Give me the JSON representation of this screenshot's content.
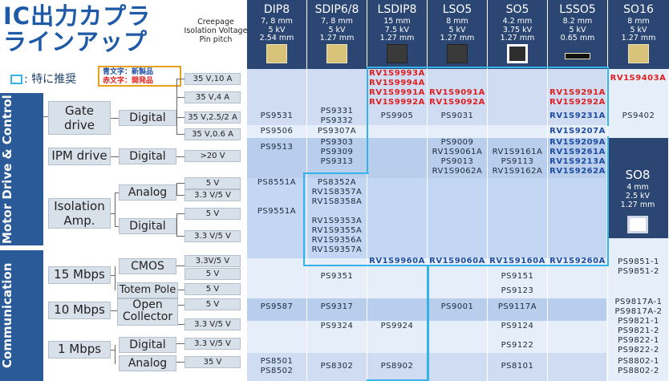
{
  "title": "IC出力カプラ\nラインアップ",
  "legend": {
    "recommended": ": 特に推奨",
    "blue_text": "青文字：新製品",
    "red_text": "赤文字：開発品"
  },
  "param_labels": [
    "Creepage",
    "Isolation Voltage",
    "Pin pitch"
  ],
  "packages": [
    {
      "name": "DIP8",
      "creepage": "7, 8 mm",
      "voltage": "5 kV",
      "pitch": "2.54 mm"
    },
    {
      "name": "SDIP6/8",
      "creepage": "7, 8 mm",
      "voltage": "5 kV",
      "pitch": "1.27 mm"
    },
    {
      "name": "LSDIP8",
      "creepage": "15 mm",
      "voltage": "7.5 kV",
      "pitch": "1.27 mm"
    },
    {
      "name": "LSO5",
      "creepage": "8 mm",
      "voltage": "5 kV",
      "pitch": "1.27 mm"
    },
    {
      "name": "SO5",
      "creepage": "4.2 mm",
      "voltage": "3.75 kV",
      "pitch": "1.27 mm"
    },
    {
      "name": "LSSO5",
      "creepage": "8.2 mm",
      "voltage": "5 kV",
      "pitch": "0.65 mm"
    },
    {
      "name": "SO16",
      "creepage": "8 mm",
      "voltage": "5 kV",
      "pitch": "1.27 mm"
    }
  ],
  "so8": {
    "name": "SO8",
    "creepage": "4 mm",
    "voltage": "2.5 kV",
    "pitch": "1.27 mm"
  },
  "sections": {
    "motor": "Motor\nDrive & Control",
    "communication": "Communication"
  },
  "categories": {
    "gate_drive": "Gate\ndrive",
    "ipm_drive": "IPM drive",
    "isolation_amp": "Isolation\nAmp.",
    "mbps15": "15 Mbps",
    "mbps10": "10 Mbps",
    "mbps1": "1 Mbps"
  },
  "subcats": {
    "digital_gate": "Digital",
    "digital_ipm": "Digital",
    "analog_iso": "Analog",
    "digital_iso": "Digital",
    "cmos": "CMOS",
    "totem": "Totem Pole",
    "open_collector": "Open\nCollector",
    "digital_1m": "Digital",
    "analog_1m": "Analog"
  },
  "conditions": [
    "35 V,10 A",
    "35 V,4 A",
    "35 V,2.5/2 A",
    "35 V,0.6 A",
    ">20 V",
    "5 V",
    "3.3 V/5 V",
    "5 V",
    "3.3 V/5 V",
    "3.3V/5 V",
    "5 V",
    "5 V",
    "5 V",
    "3.3 V/5 V",
    "3.3 V/5 V",
    "35 V"
  ],
  "products": {
    "r1_lsdip": [
      "RV1S9993A",
      "RV1S9994A",
      "RV1S9991A",
      "RV1S9992A"
    ],
    "r1_lso5": [
      "RV1S9091A",
      "RV1S9092A"
    ],
    "r1_lsso5": [
      "RV1S9291A",
      "RV1S9292A"
    ],
    "r1_so16": "RV1S9403A",
    "gd_dip8": "PS9531",
    "gd_sdip": [
      "PS9331",
      "PS9332"
    ],
    "gd_lsdip": "PS9905",
    "gd_lso5": "PS9031",
    "gd_lsso5": "RV1S9231A",
    "gd_so16": "PS9402",
    "gd2_dip8": "PS9506",
    "gd2_sdip": "PS9307A",
    "gd2_lsso5": "RV1S9207A",
    "ipm_dip8": "PS9513",
    "ipm_sdip": [
      "PS9303",
      "PS9309",
      "PS9313"
    ],
    "ipm_lso5": [
      "PS9009",
      "RV1S9061A",
      "PS9013",
      "RV1S9062A"
    ],
    "ipm_so5": [
      "RV1S9161A",
      "PS9113",
      "RV1S9162A"
    ],
    "ipm_lsso5": [
      "RV1S9209A",
      "RV1S9261A",
      "RV1S9213A",
      "RV1S9262A"
    ],
    "ana_dip8": "PS8551A",
    "ana_sdip": [
      "PS8352A",
      "RV1S8357A",
      "RV1S8358A"
    ],
    "dig_dip8": "PS9551A",
    "dig_sdip": [
      "RV1S9353A",
      "RV1S9355A",
      "RV1S9356A",
      "RV1S9357A"
    ],
    "cmos_row": [
      "RV1S9960A",
      "RV1S9060A",
      "RV1S9160A",
      "RV1S9260A"
    ],
    "cmos_sdip": "PS9351",
    "cmos_so5": "PS9151",
    "cmos_so16": [
      "PS9851-1",
      "PS9851-2"
    ],
    "totem_so5": "PS9123",
    "oc_dip8": "PS9587",
    "oc_sdip": "PS9317",
    "oc_lso5": "PS9001",
    "oc_so5": "PS9117A",
    "oc_so16": [
      "PS9817A-1",
      "PS9817A-2"
    ],
    "oc2_sdip": "PS9324",
    "oc2_lsdip": "PS9924",
    "oc2_so5": "PS9124",
    "oc2_so16": [
      "PS9821-1",
      "PS9821-2"
    ],
    "d1_so5": "PS9122",
    "d1_so16": [
      "PS9822-1",
      "PS9822-2"
    ],
    "a1_dip8": [
      "PS8501",
      "PS8502"
    ],
    "a1_sdip": "PS8302",
    "a1_lsdip": "PS8902",
    "a1_so5": "PS8101",
    "a1_so16": [
      "PS8802-1",
      "PS8802-2"
    ]
  }
}
